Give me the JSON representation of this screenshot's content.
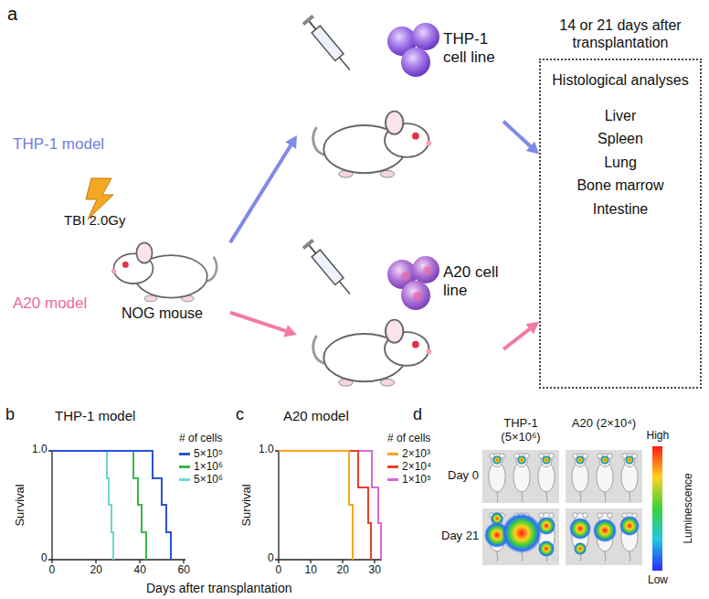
{
  "diagram": {
    "nodes": [
      {
        "text": [
          "NOG mouse"
        ]
      },
      {
        "text": [
          "THP-1 cell line"
        ]
      },
      {
        "text": [
          "A20 cell line"
        ]
      },
      {
        "text": [
          "14 or 21 days after transplantation",
          "Histological analyses",
          "Liver",
          "Spleen",
          "Lung",
          "Bone marrow",
          "Intestine"
        ]
      }
    ],
    "edges": [
      {
        "from": 0,
        "to": 1,
        "arrow": "to"
      },
      {
        "from": 0,
        "to": 2,
        "arrow": "to"
      },
      {
        "from": 1,
        "to": 3,
        "arrow": "to"
      },
      {
        "from": 2,
        "to": 3,
        "arrow": "to"
      }
    ],
    "labels": [
      "a",
      "TBI 2.0Gy",
      "THP-1 model",
      "A20 model",
      "b",
      "THP-1 model",
      "Survival",
      "1.0",
      "0",
      "0",
      "20",
      "40",
      "60",
      "c",
      "A20 model",
      "Survival",
      "1.0",
      "0",
      "0",
      "10",
      "20",
      "30",
      "Days after transplantation",
      "# of cells",
      "# of cells",
      "d",
      "THP-1 (5×10⁶)",
      "A20 (2×10⁴)",
      "Day 0",
      "Day 21",
      "High",
      "Luminescence",
      "Low"
    ],
    "legend": [
      {
        "text": "5×10⁵",
        "color": "#2a52d6"
      },
      {
        "text": "1×10⁶",
        "color": "#3cb84a"
      },
      {
        "text": "5×10⁶",
        "color": "#6fd6d2"
      },
      {
        "text": "2×10³",
        "color": "#f5a623"
      },
      {
        "text": "2×10⁴",
        "color": "#e8402a"
      },
      {
        "text": "1×10⁵",
        "color": "#d66ad8"
      }
    ]
  }
}
